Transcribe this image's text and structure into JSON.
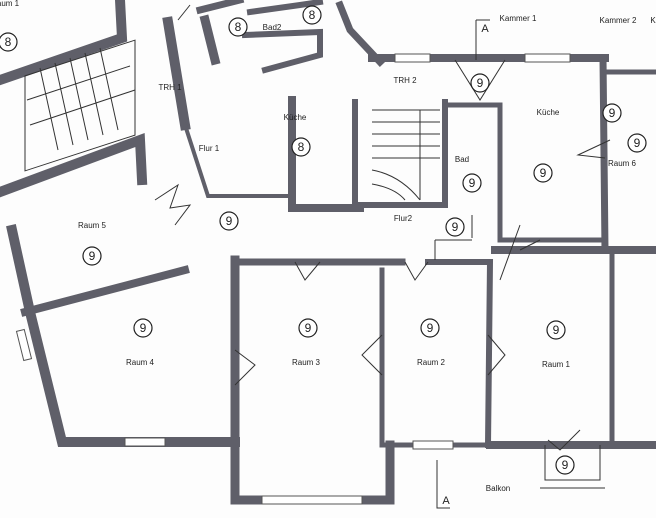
{
  "rooms": {
    "raum1_top": {
      "label": "aum 1",
      "number": "8"
    },
    "trh1": {
      "label": "TRH 1"
    },
    "bad2": {
      "label": "Bad2",
      "numbers": [
        "8",
        "8"
      ]
    },
    "kueche_left": {
      "label": "Küche",
      "number": "8"
    },
    "trh2": {
      "label": "TRH 2"
    },
    "kammer1": {
      "label": "Kammer 1",
      "number": "9"
    },
    "kammer2": {
      "label": "Kammer 2",
      "number": "9"
    },
    "kammer_k": {
      "label": "K"
    },
    "kueche_right": {
      "label": "Küche",
      "number": "9"
    },
    "raum6": {
      "label": "Raum 6",
      "number": "9"
    },
    "bad": {
      "label": "Bad",
      "number": "9"
    },
    "flur1": {
      "label": "Flur 1",
      "number": "9"
    },
    "flur2": {
      "label": "Flur2",
      "number": "9"
    },
    "raum5": {
      "label": "Raum 5",
      "number": "9"
    },
    "raum4": {
      "label": "Raum 4",
      "number": "9"
    },
    "raum3": {
      "label": "Raum 3",
      "number": "9"
    },
    "raum2": {
      "label": "Raum 2",
      "number": "9"
    },
    "raum1": {
      "label": "Raum 1",
      "number": "9"
    },
    "balkon": {
      "label": "Balkon",
      "number": "9"
    }
  },
  "section_marker": {
    "top": "A",
    "bottom": "A"
  },
  "colors": {
    "wall": "#5f5f69",
    "line": "#333333",
    "background": "#fdfdfd"
  }
}
